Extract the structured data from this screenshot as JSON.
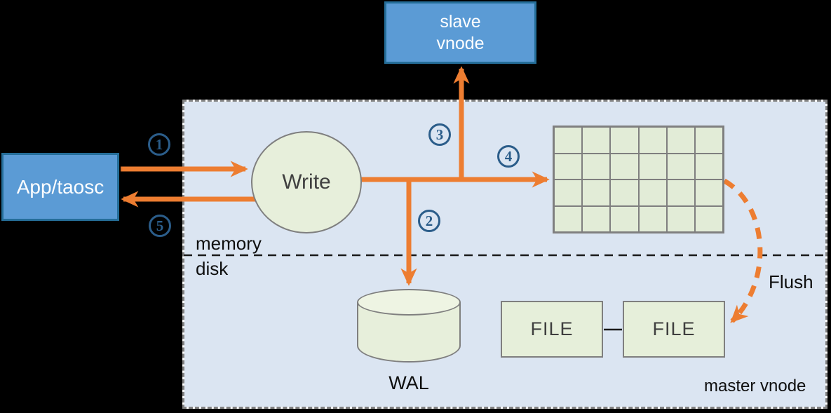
{
  "nodes": {
    "app": {
      "label": "App/taosc"
    },
    "slave_vnode": {
      "line1": "slave",
      "line2": "vnode"
    },
    "write": {
      "label": "Write"
    },
    "memtable": {
      "rows": 4,
      "cols": 6
    },
    "wal": {
      "label": "WAL"
    },
    "file1": {
      "label": "FILE"
    },
    "file2": {
      "label": "FILE"
    }
  },
  "labels": {
    "memory": "memory",
    "disk": "disk",
    "flush": "Flush",
    "master_vnode": "master vnode"
  },
  "steps": [
    "1",
    "2",
    "3",
    "4",
    "5"
  ],
  "colors": {
    "arrow_orange": "#ed7d31",
    "node_blue_fill": "#5b9bd5",
    "node_blue_border": "#256e99",
    "green_fill": "#e7efdb",
    "green_grid_fill": "#e2ecd7",
    "gray_border": "#7f7f7f",
    "container_fill": "#dbe5f2",
    "container_border": "#828282",
    "step_badge_blue": "#2b5d8a",
    "dark_text": "#404040",
    "black_text": "#0e0e0e"
  }
}
